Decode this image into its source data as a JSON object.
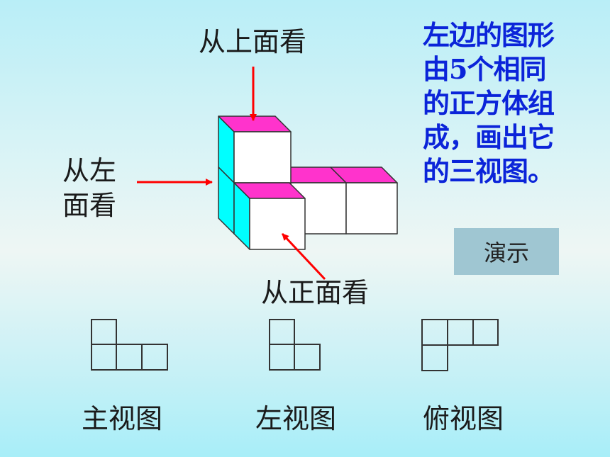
{
  "labels": {
    "from_top": "从上面看",
    "from_left_line1": "从左",
    "from_left_line2": "面看",
    "from_front": "从正面看"
  },
  "description": {
    "lines": [
      "左边的图形",
      "由5个相同",
      "的正方体组",
      "成，画出它",
      "的三视图。"
    ]
  },
  "demo_button": {
    "label": "演示"
  },
  "views": {
    "main": "主视图",
    "left": "左视图",
    "top": "俯视图"
  },
  "colors": {
    "cube_top": "#ff33cc",
    "cube_side": "#00ffff",
    "cube_front": "#ffffff",
    "arrow": "#ff0000",
    "description_text": "#0b24d9",
    "button_bg": "#9fc6d2"
  }
}
